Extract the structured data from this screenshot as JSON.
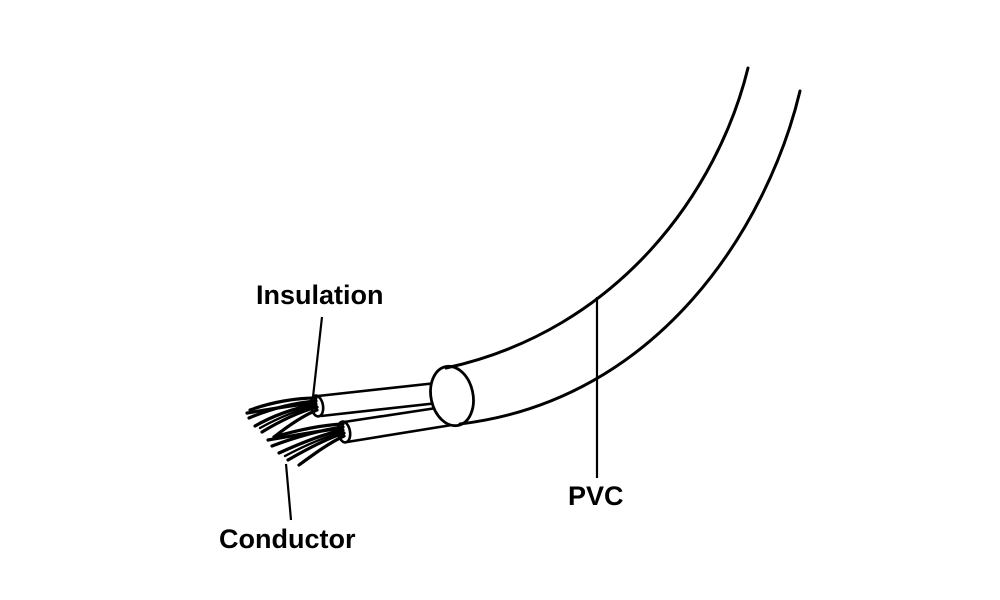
{
  "diagram": {
    "labels": {
      "insulation": "Insulation",
      "pvc": "PVC",
      "conductor": "Conductor"
    },
    "colors": {
      "line": "#000000",
      "background": "#ffffff"
    }
  }
}
